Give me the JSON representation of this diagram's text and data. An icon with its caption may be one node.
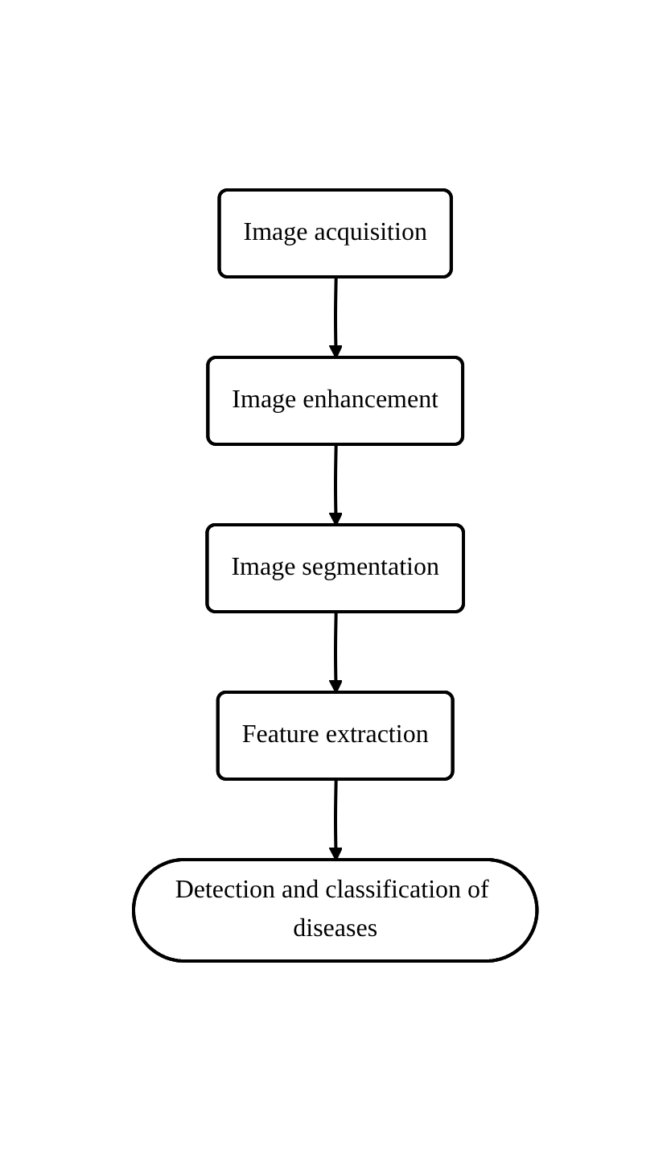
{
  "diagram": {
    "nodes": [
      {
        "text": [
          "Image acquisition"
        ]
      },
      {
        "text": [
          "Image enhancement"
        ]
      },
      {
        "text": [
          "Image segmentation"
        ]
      },
      {
        "text": [
          "Feature extraction"
        ]
      },
      {
        "text": [
          "Detection and classification of diseases"
        ]
      }
    ],
    "edges": [
      {
        "from": 0,
        "to": 1,
        "arrow": "to"
      },
      {
        "from": 1,
        "to": 2,
        "arrow": "to"
      },
      {
        "from": 2,
        "to": 3,
        "arrow": "to"
      },
      {
        "from": 3,
        "to": 4,
        "arrow": "to"
      }
    ]
  }
}
